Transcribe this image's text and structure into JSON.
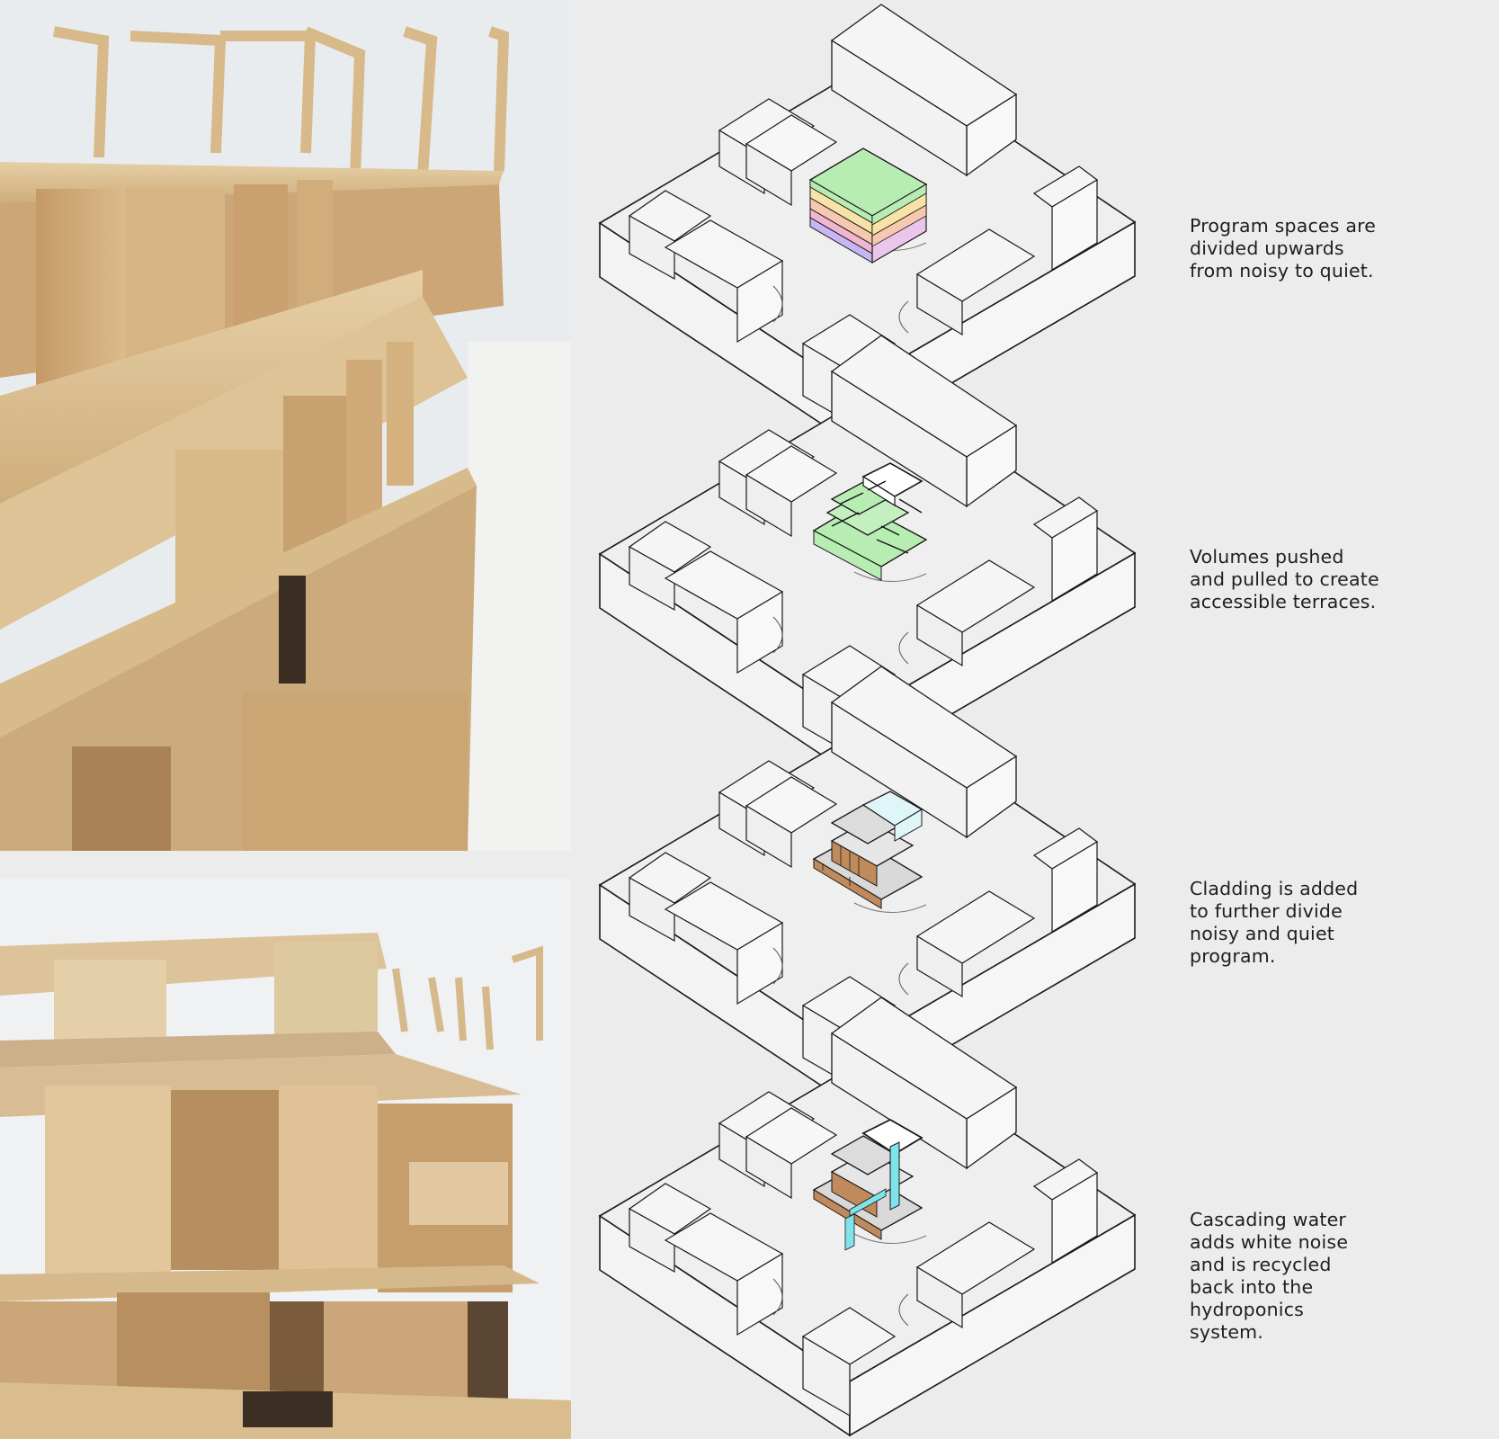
{
  "photos": [
    {
      "name": "model-photo-top",
      "subject": "wooden-architectural-model"
    },
    {
      "name": "model-photo-bottom",
      "subject": "wooden-architectural-model"
    }
  ],
  "diagram_steps": [
    {
      "caption": "Program spaces are\ndivided upwards\nfrom noisy to quiet.",
      "overlay": "stacked-program-layers"
    },
    {
      "caption": "Volumes pushed\nand pulled to create\naccessible terraces.",
      "overlay": "shifted-terraced-volumes"
    },
    {
      "caption": "Cladding is added\nto further divide\nnoisy and quiet\nprogram.",
      "overlay": "clad-volumes"
    },
    {
      "caption": "Cascading water\nadds white noise\nand is recycled\nback into the\nhydroponics\nsystem.",
      "overlay": "cascading-water-feature"
    }
  ],
  "colors": {
    "background": "#ececec",
    "linework": "#1a1a1a",
    "program_green": "#b7edb3",
    "program_yellow": "#f7e3a6",
    "program_peach": "#f6c8b0",
    "program_pink": "#f1b6cf",
    "program_purple": "#c8b6f4",
    "cladding_wood": "#c08a5c",
    "cladding_grey": "#d9d9d9",
    "water_cyan": "#7fe3ea"
  }
}
